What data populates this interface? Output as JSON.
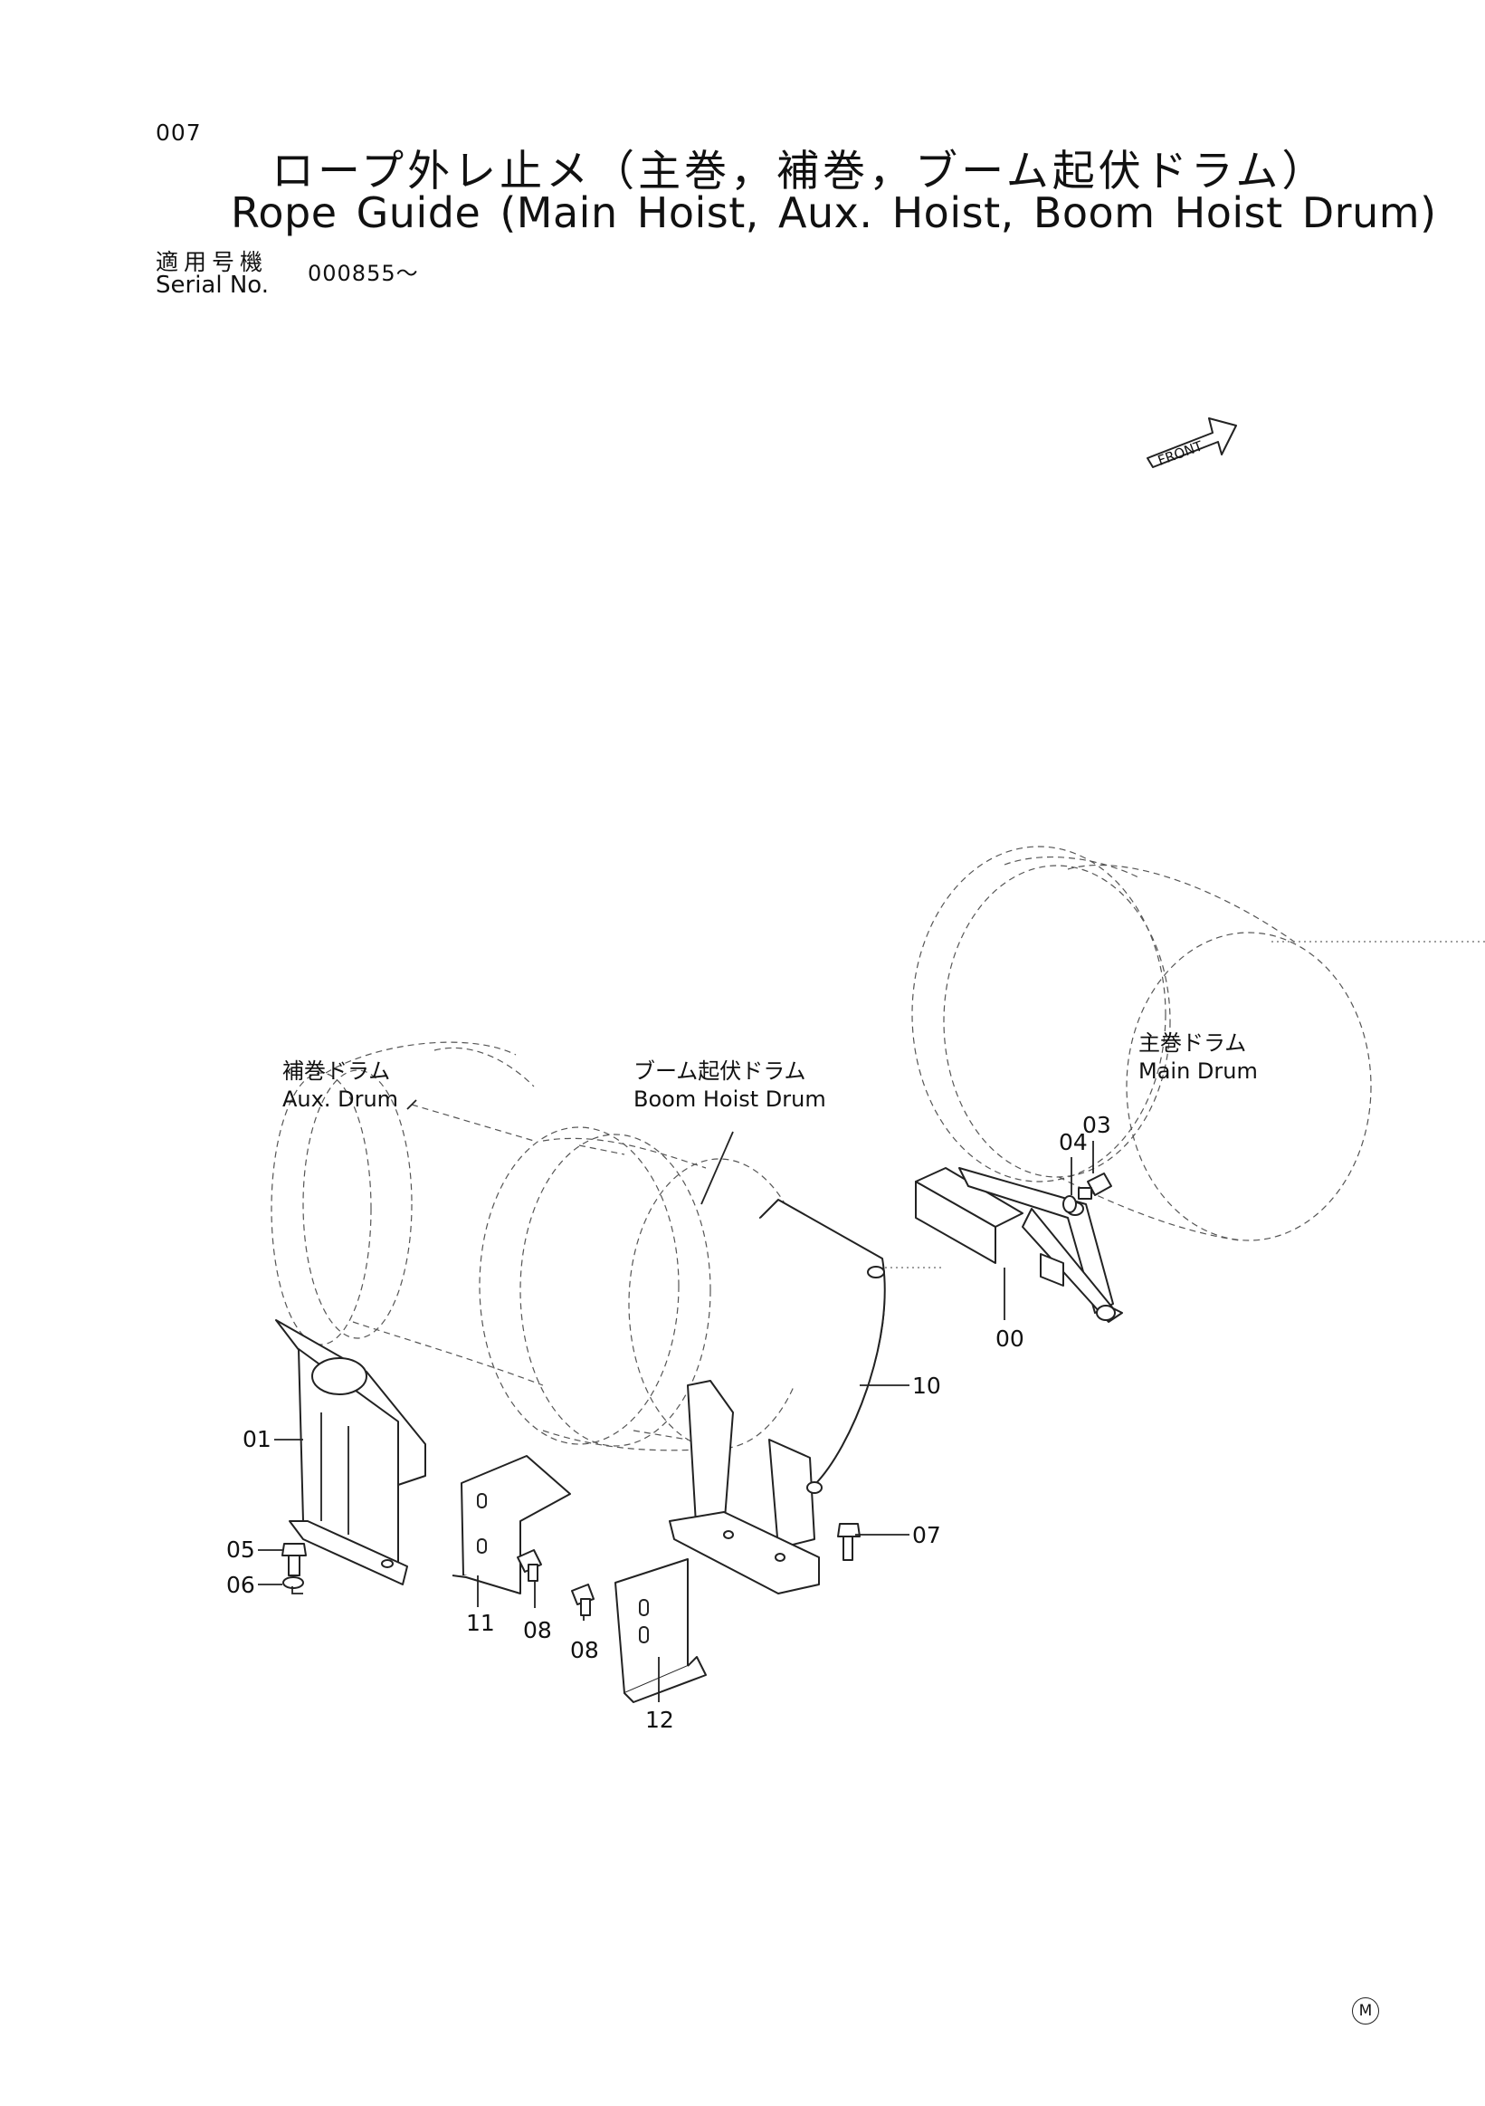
{
  "header": {
    "page_code": "007",
    "title_jp": "ロープ外レ止メ（主巻，補巻，ブーム起伏ドラム）",
    "title_en": "Rope Guide (Main Hoist, Aux. Hoist, Boom Hoist Drum)",
    "serial_label_jp": "適用号機",
    "serial_label_en": "Serial No.",
    "serial_value": "000855～"
  },
  "arrow_label": "FRONT",
  "drum_labels": {
    "aux": {
      "jp": "補巻ドラム",
      "en": "Aux. Drum"
    },
    "boom": {
      "jp": "ブーム起伏ドラム",
      "en": "Boom Hoist Drum"
    },
    "main": {
      "jp": "主巻ドラム",
      "en": "Main Drum"
    }
  },
  "parts": {
    "p00": "00",
    "p01": "01",
    "p03": "03",
    "p04": "04",
    "p05": "05",
    "p06": "06",
    "p07": "07",
    "p08a": "08",
    "p08b": "08",
    "p10": "10",
    "p11": "11",
    "p12": "12"
  },
  "footer_mark": "M"
}
